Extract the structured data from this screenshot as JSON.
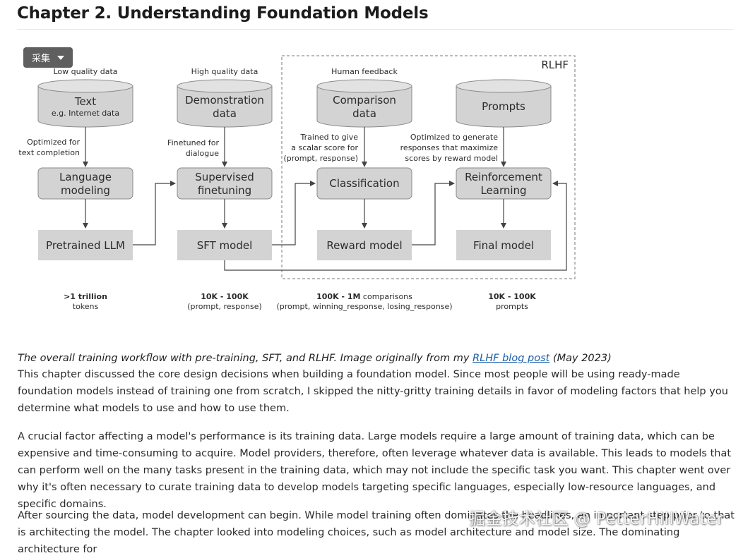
{
  "page": {
    "heading": "Chapter 2. Understanding Foundation Models",
    "collect_button": "采集"
  },
  "diagram": {
    "rlhf_label": "RLHF",
    "col1": {
      "top_label": "Low quality data",
      "db_line1": "Text",
      "db_line2": "e.g. Internet data",
      "side_note_line1": "Optimized for",
      "side_note_line2": "text completion",
      "process_line1": "Language",
      "process_line2": "modeling",
      "output": "Pretrained LLM",
      "stat_bold": ">1 trillion",
      "stat_sub": "tokens"
    },
    "col2": {
      "top_label": "High quality data",
      "db_line1": "Demonstration",
      "db_line2": "data",
      "side_note_line1": "Finetuned for",
      "side_note_line2": "dialogue",
      "process_line1": "Supervised",
      "process_line2": "finetuning",
      "output": "SFT model",
      "stat_bold": "10K - 100K",
      "stat_sub": "(prompt, response)"
    },
    "col3": {
      "top_label": "Human feedback",
      "db_line1": "Comparison",
      "db_line2": "data",
      "side_note_line1": "Trained to give",
      "side_note_line2": "a scalar score for",
      "side_note_line3": "(prompt, response)",
      "process_line1": "Classification",
      "output": "Reward model",
      "stat_bold": "100K - 1M",
      "stat_rest": " comparisons",
      "stat_sub": "(prompt, winning_response, losing_response)"
    },
    "col4": {
      "db_line1": "Prompts",
      "side_note_line1": "Optimized to generate",
      "side_note_line2": "responses that maximize",
      "side_note_line3": "scores by reward model",
      "process_line1": "Reinforcement",
      "process_line2": "Learning",
      "output": "Final model",
      "stat_bold": "10K - 100K",
      "stat_sub": "prompts"
    }
  },
  "caption": {
    "before_link": "The overall training workflow with pre-training, SFT, and RLHF. Image originally from my ",
    "link_text": "RLHF blog post",
    "after_link": " (May 2023)"
  },
  "paragraphs": {
    "p1": "This chapter discussed the core design decisions when building a foundation model. Since most people will be using ready-made foundation models instead of training one from scratch, I skipped the nitty-gritty training details in favor of modeling factors that help you determine what models to use and how to use them.",
    "p2": "A crucial factor affecting a model's performance is its training data. Large models require a large amount of training data, which can be expensive and time-consuming to acquire. Model providers, therefore, often leverage whatever data is available. This leads to models that can perform well on the many tasks present in the training data, which may not include the specific task you want. This chapter went over why it's often necessary to curate training data to develop models targeting specific languages, especially low-resource languages, and specific domains.",
    "p3": "After sourcing the data, model development can begin. While model training often dominates the headlines, an important step prior to that is architecting the model. The chapter looked into modeling choices, such as model architecture and model size. The dominating architecture for"
  },
  "watermark": "掘金技术社区 @ PetterHillWater"
}
